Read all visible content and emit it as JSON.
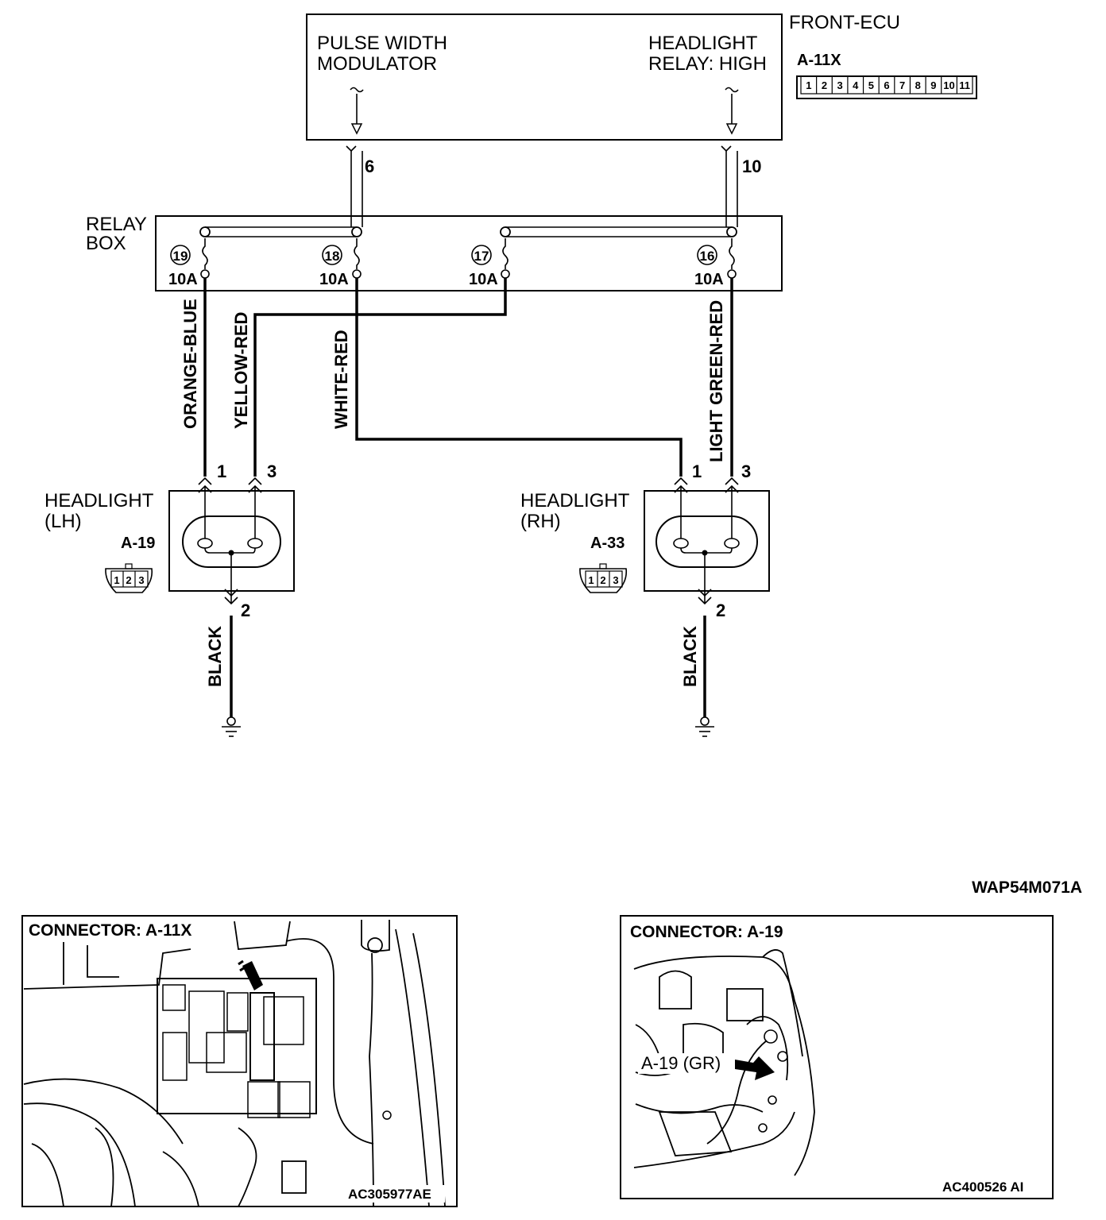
{
  "ecu": {
    "name": "FRONT-ECU",
    "connector": "A-11X",
    "connector_pins": [
      "1",
      "2",
      "3",
      "4",
      "5",
      "6",
      "7",
      "8",
      "9",
      "10",
      "11"
    ],
    "pwm_label_line1": "PULSE WIDTH",
    "pwm_label_line2": "MODULATOR",
    "relay_label_line1": "HEADLIGHT",
    "relay_label_line2": "RELAY: HIGH",
    "pin_pwm": "6",
    "pin_relay": "10"
  },
  "relay_box": {
    "label_line1": "RELAY",
    "label_line2": "BOX",
    "fuses": [
      {
        "number": "19",
        "rating": "10A"
      },
      {
        "number": "18",
        "rating": "10A"
      },
      {
        "number": "17",
        "rating": "10A"
      },
      {
        "number": "16",
        "rating": "10A"
      }
    ]
  },
  "wires": {
    "orange_blue": "ORANGE-BLUE",
    "yellow_red": "YELLOW-RED",
    "white_red": "WHITE-RED",
    "light_green_red": "LIGHT GREEN-RED",
    "black_lh": "BLACK",
    "black_rh": "BLACK"
  },
  "headlight_lh": {
    "label_line1": "HEADLIGHT",
    "label_line2": "(LH)",
    "connector": "A-19",
    "pins": [
      "1",
      "2",
      "3"
    ],
    "pin_top_left": "1",
    "pin_top_right": "3",
    "pin_bottom": "2"
  },
  "headlight_rh": {
    "label_line1": "HEADLIGHT",
    "label_line2": "(RH)",
    "connector": "A-33",
    "pins": [
      "1",
      "2",
      "3"
    ],
    "pin_top_left": "1",
    "pin_top_right": "3",
    "pin_bottom": "2"
  },
  "figure_code": "WAP54M071A",
  "photo_left": {
    "title": "CONNECTOR: A-11X",
    "code": "AC305977AE"
  },
  "photo_right": {
    "title": "CONNECTOR: A-19",
    "callout": "A-19 (GR)",
    "code": "AC400526 AI"
  }
}
